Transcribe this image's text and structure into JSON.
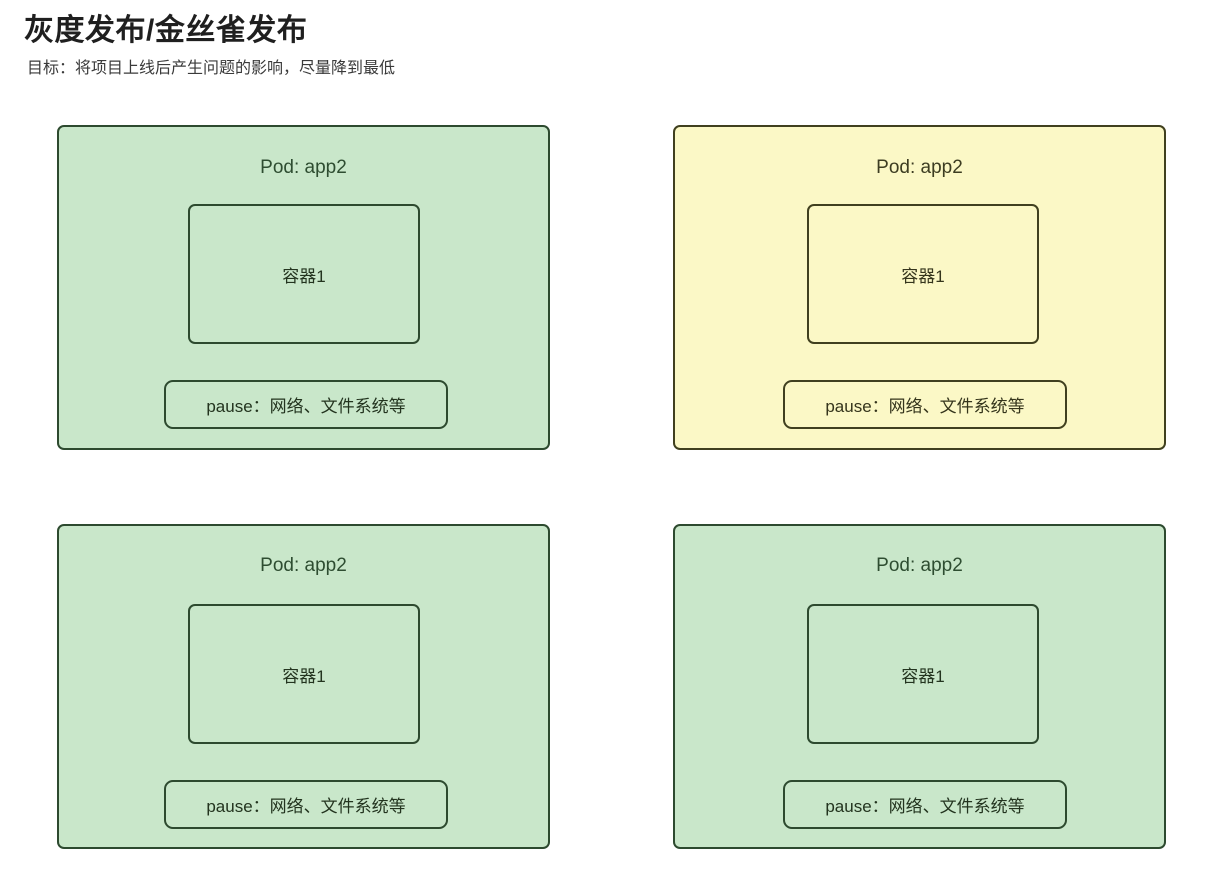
{
  "header": {
    "title": "灰度发布/金丝雀发布",
    "subtitle": "目标：将项目上线后产生问题的影响，尽量降到最低"
  },
  "colors": {
    "pod_green_fill": "#c9e7ca",
    "pod_green_border": "#2d4a2f",
    "pod_yellow_fill": "#fbf8c6",
    "pod_yellow_border": "#40401f",
    "title_text": "#1f1f1f",
    "body_text": "#23341f",
    "page_background": "#ffffff"
  },
  "pods": [
    {
      "id": "top-left",
      "state": "green",
      "title": "Pod: app2",
      "container_label": "容器1",
      "pause_label": "pause：网络、文件系统等"
    },
    {
      "id": "top-right",
      "state": "yellow",
      "title": "Pod: app2",
      "container_label": "容器1",
      "pause_label": "pause：网络、文件系统等"
    },
    {
      "id": "bottom-left",
      "state": "green",
      "title": "Pod: app2",
      "container_label": "容器1",
      "pause_label": "pause：网络、文件系统等"
    },
    {
      "id": "bottom-right",
      "state": "green",
      "title": "Pod: app2",
      "container_label": "容器1",
      "pause_label": "pause：网络、文件系统等"
    }
  ]
}
